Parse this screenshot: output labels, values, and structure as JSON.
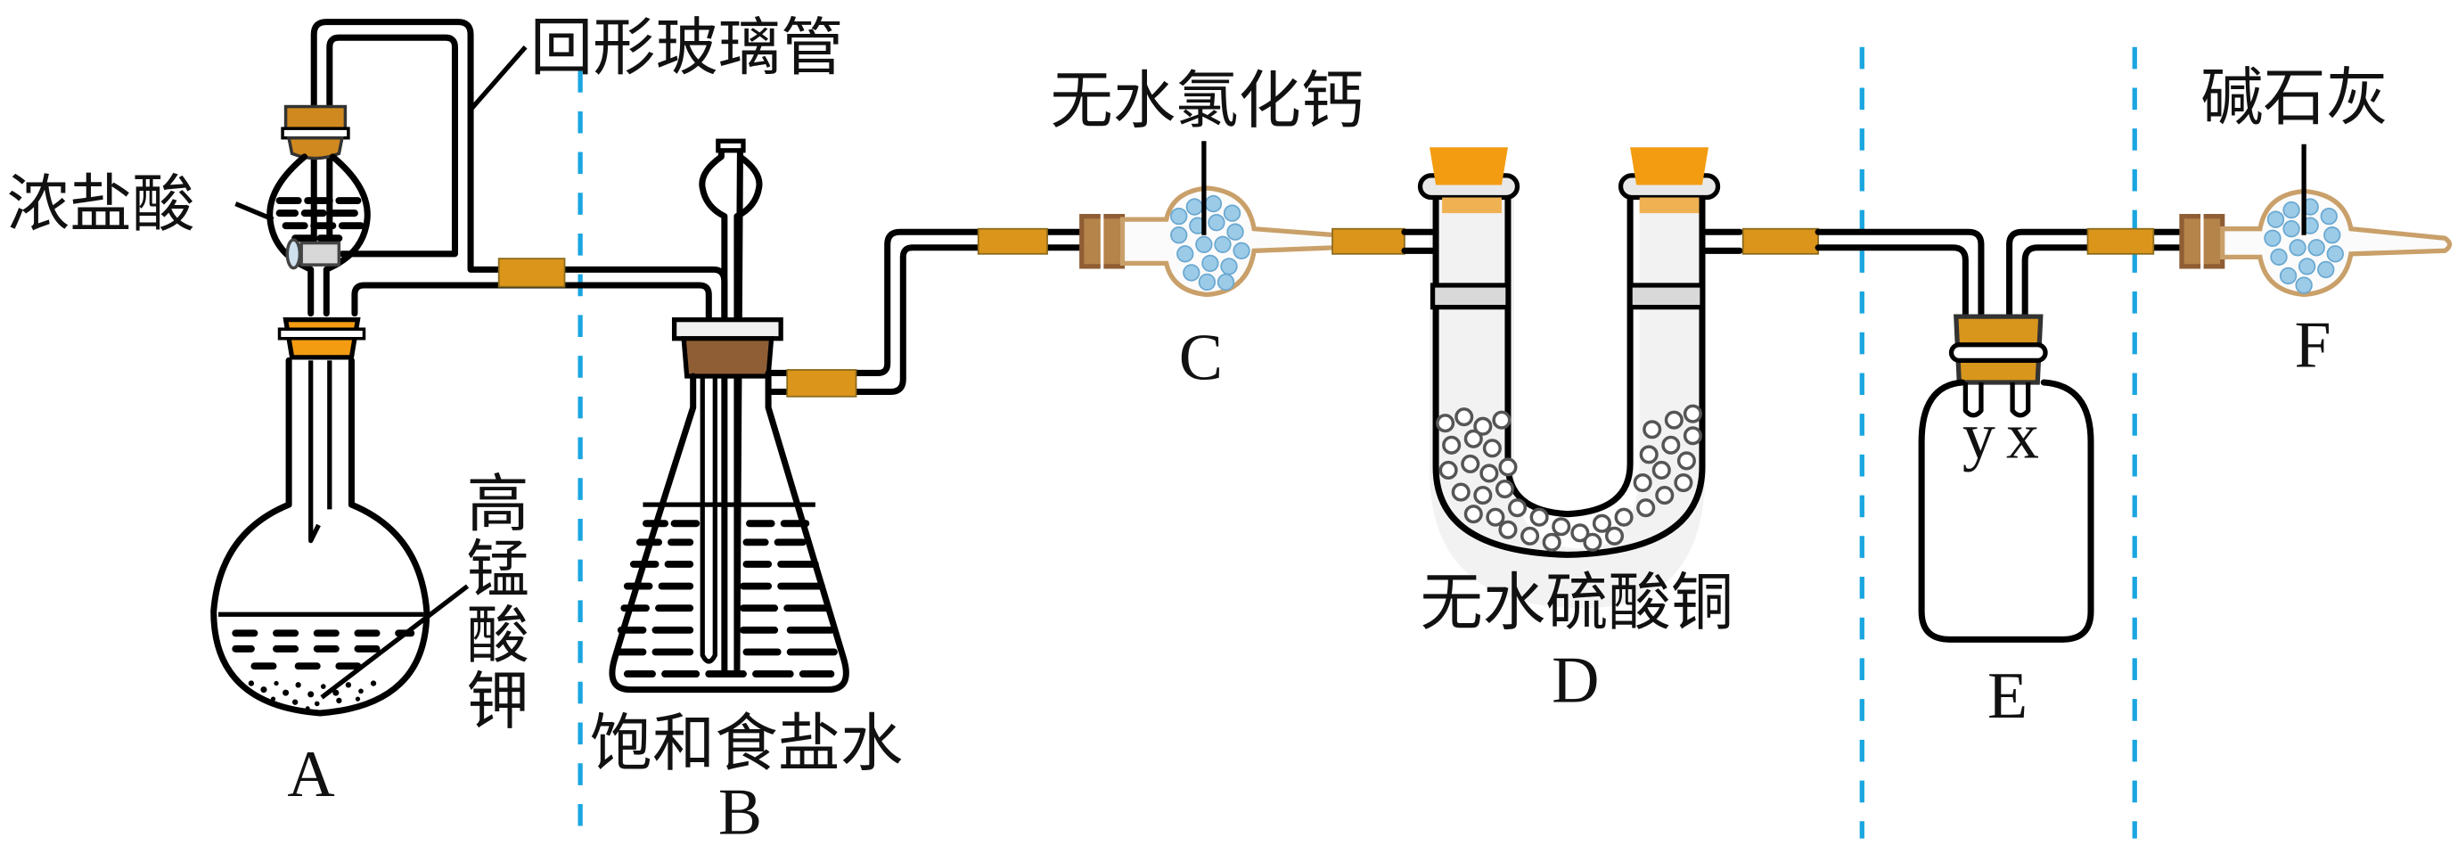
{
  "title": "Chlorine gas preparation and purification apparatus",
  "colors": {
    "divider": "#1aa6e0",
    "stopper_orange": "#f39c12",
    "stopper_amber": "#d9961c",
    "stopper_brown": "#8f5e34",
    "rubber_hose": "#db951a",
    "drying_tube": "#c9a06a",
    "beads": "#9ccbe8",
    "cuso4_beads": "#555555"
  },
  "labels": {
    "loop_tube": "回形玻璃管",
    "conc_hcl": "浓盐酸",
    "kmno4": "高锰酸钾",
    "anhydrous_cacl2": "无水氯化钙",
    "anhydrous_cuso4": "无水硫酸铜",
    "sat_nacl": "饱和食盐水",
    "soda_lime": "碱石灰",
    "port_y": "y",
    "port_x": "x"
  },
  "apparatus": [
    {
      "id": "A",
      "label": "A",
      "name": "round-bottom flask with separatory funnel"
    },
    {
      "id": "B",
      "label": "B",
      "name": "conical flask with safety bulb"
    },
    {
      "id": "C",
      "label": "C",
      "name": "drying tube"
    },
    {
      "id": "D",
      "label": "D",
      "name": "U-tube"
    },
    {
      "id": "E",
      "label": "E",
      "name": "gas washing bottle"
    },
    {
      "id": "F",
      "label": "F",
      "name": "drying tube"
    }
  ]
}
